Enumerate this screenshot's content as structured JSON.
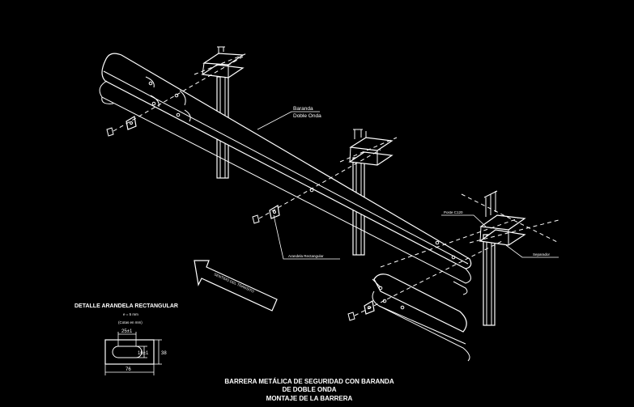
{
  "labels": {
    "baranda_line1": "Baranda",
    "baranda_line2": "Doble Onda",
    "arandela": "Arandela Rectangular",
    "poste": "Poste C120",
    "separador": "Separador",
    "sentido_transito": "SENTIDO DEL TRANSITO"
  },
  "detail": {
    "title": "DETALLE ARANDELA RECTANGULAR",
    "thickness": "e = 5 mm",
    "units": "(Cotas en mm)",
    "dim_slot_width": "25±1",
    "dim_slot_height": "16±1",
    "dim_height": "38",
    "dim_width": "76"
  },
  "title_block": {
    "line1": "BARRERA METÁLICA DE SEGURIDAD CON BARANDA",
    "line2": "DE DOBLE ONDA",
    "line3": "MONTAJE DE LA BARRERA"
  }
}
